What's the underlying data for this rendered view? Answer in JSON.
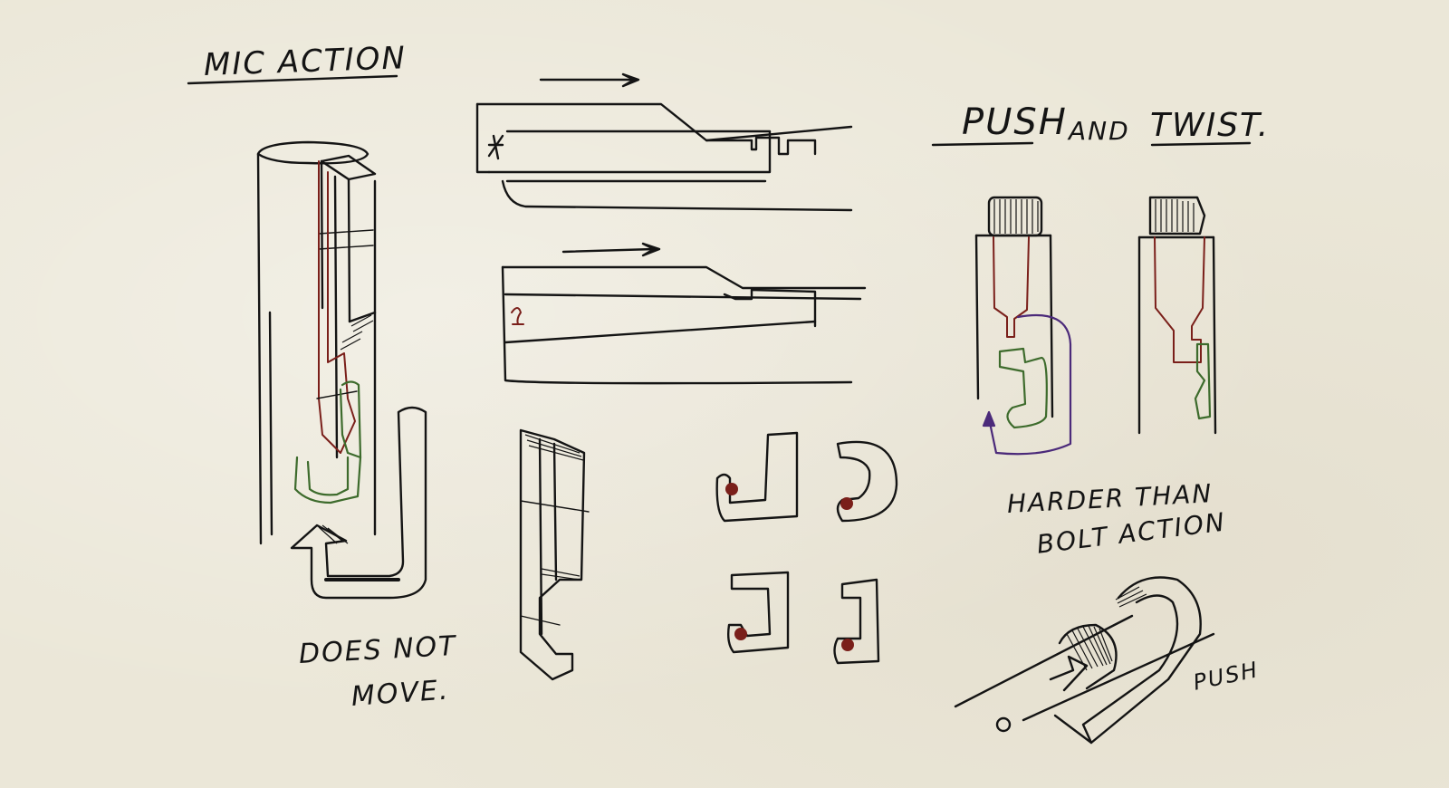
{
  "labels": {
    "mic_action": "MIC ACTION",
    "push": "PUSH",
    "and": "AND",
    "twist": "TWIST.",
    "does_not_move_1": "DOES NOT",
    "does_not_move_2": "MOVE.",
    "harder_than_1": "HARDER THAN",
    "harder_than_2": "BOLT ACTION",
    "push_note": "PUSH"
  },
  "colors": {
    "ink": "#141414",
    "red": "#7a1f1a",
    "green": "#3d6b2c",
    "purple": "#4b2a7a",
    "paper": "#ebe7d8"
  }
}
